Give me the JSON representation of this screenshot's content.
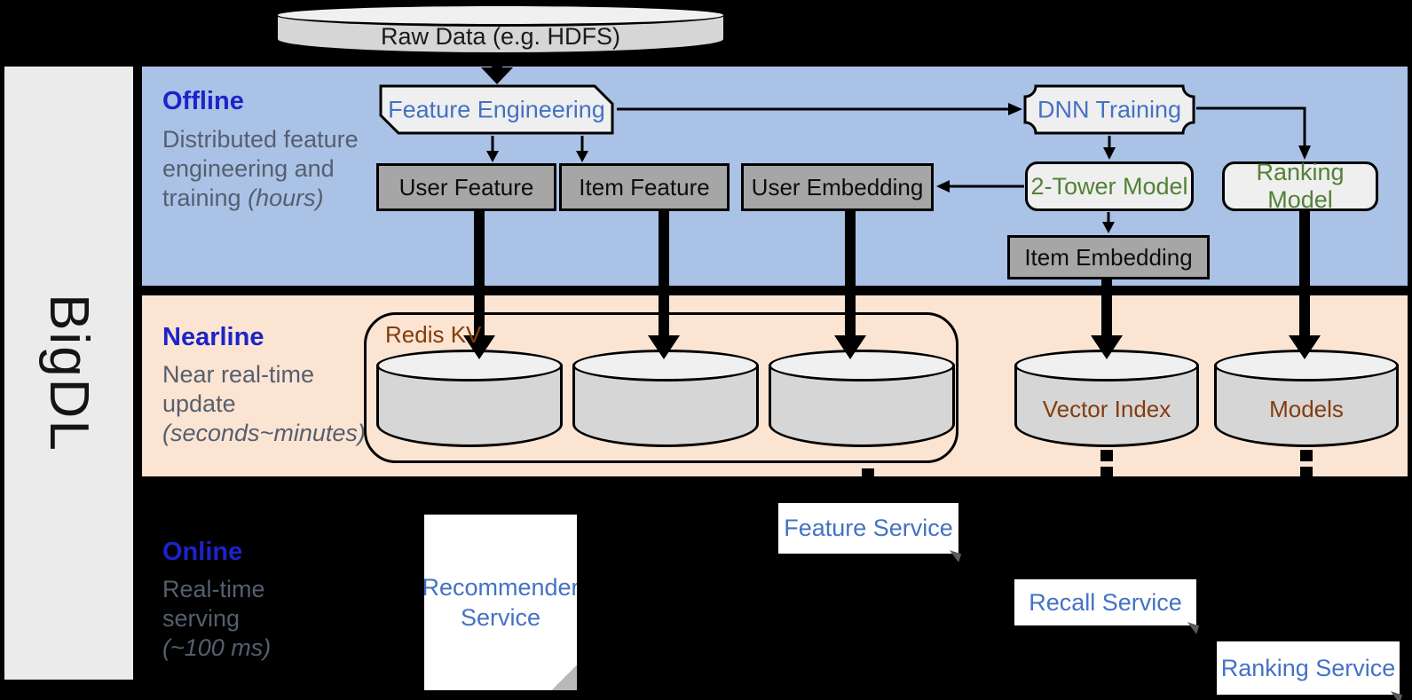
{
  "diagram": {
    "brand": "BigDL",
    "raw_data": "Raw Data (e.g. HDFS)",
    "lanes": {
      "offline": {
        "title": "Offline",
        "desc": "Distributed feature engineering and training",
        "note": "(hours)"
      },
      "nearline": {
        "title": "Nearline",
        "desc": "Near real-time update",
        "note": "(seconds~minutes)"
      },
      "online": {
        "title": "Online",
        "desc": "Real-time serving",
        "note": "(~100 ms)"
      }
    },
    "nodes": {
      "feature_engineering": "Feature Engineering",
      "dnn_training": "DNN Training",
      "user_feature": "User Feature",
      "item_feature": "Item Feature",
      "user_embedding": "User Embedding",
      "two_tower_model": "2-Tower Model",
      "ranking_model": "Ranking Model",
      "item_embedding": "Item Embedding",
      "redis_kv": "Redis KV",
      "vector_index": "Vector Index",
      "models": "Models"
    },
    "services": {
      "recommender": "Recommender Service",
      "feature": "Feature Service",
      "recall": "Recall Service",
      "ranking": "Ranking Service"
    },
    "colors": {
      "lane_offline_bg": "#abc2e7",
      "lane_nearline_bg": "#fce4d3",
      "background": "#000000",
      "lane_title_blue": "#1c23cb",
      "lane_desc_gray": "#555f6e",
      "node_text_blue": "#4472c4",
      "node_text_green": "#538135",
      "store_text_brown": "#843c0c",
      "dark_box_fill": "#a6a6a6",
      "light_shape_fill": "#efefef",
      "cylinder_fill": "#d6d6d6"
    }
  }
}
